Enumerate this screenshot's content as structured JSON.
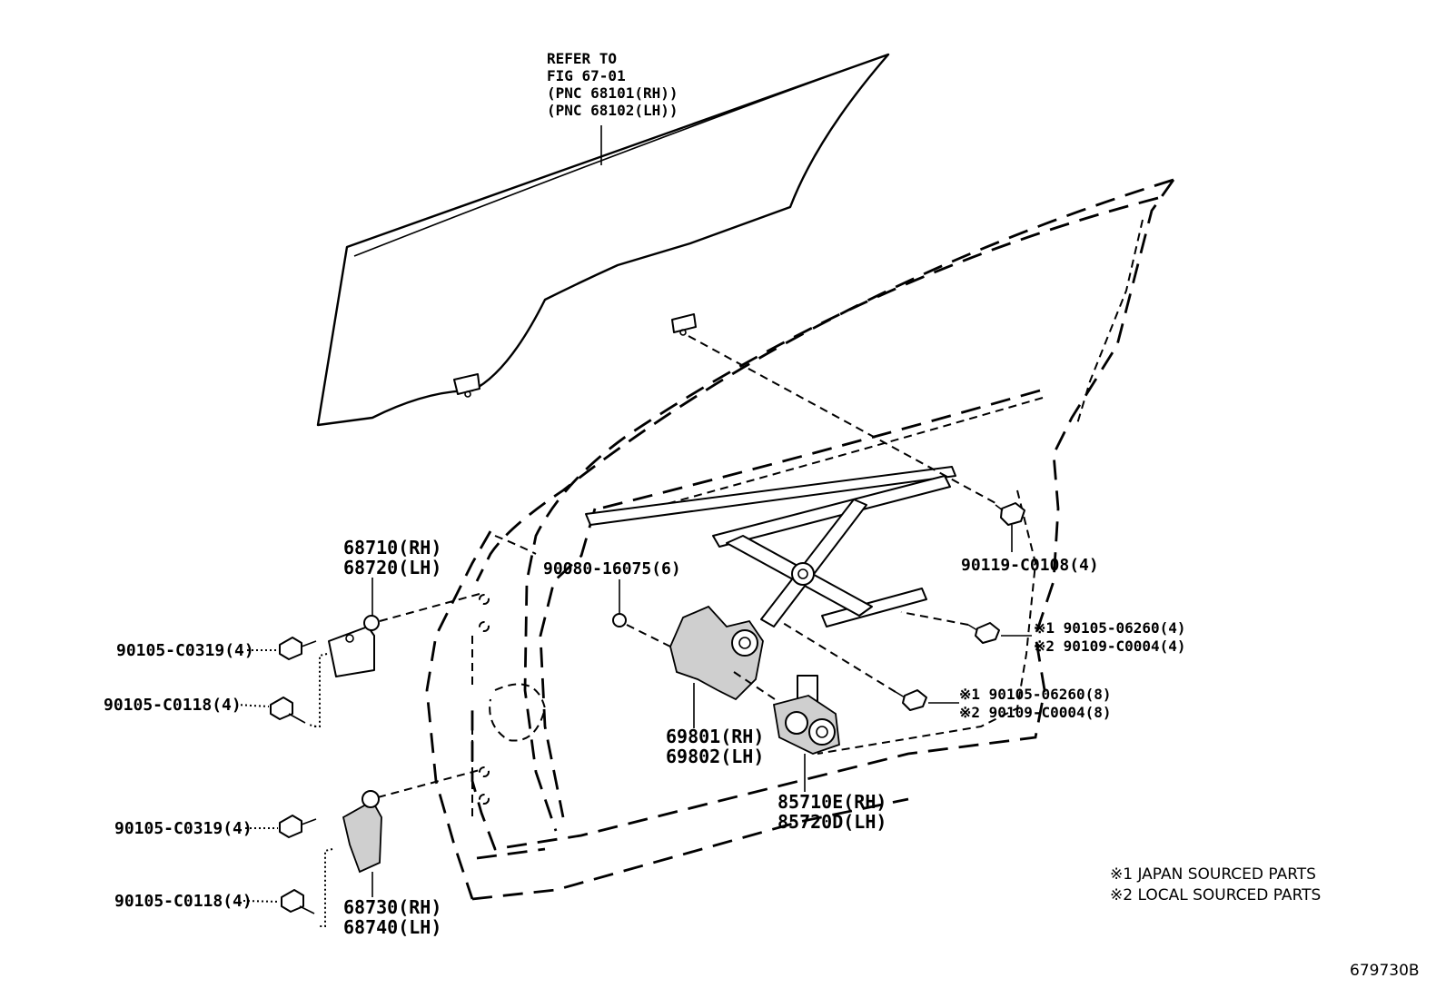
{
  "glass_note": {
    "line1": "REFER TO",
    "line2": "FIG 67-01",
    "line3": "(PNC 68101(RH))",
    "line4": "(PNC 68102(LH))"
  },
  "labels": {
    "upper_hinge_rh": "68710(RH)",
    "upper_hinge_lh": "68720(LH)",
    "lower_hinge_rh": "68730(RH)",
    "lower_hinge_lh": "68740(LH)",
    "bolt_upper_hinge": "90105-C0319(4)",
    "bolt_upper_hinge_lower": "90105-C0118(4)",
    "bolt_lower_hinge": "90105-C0319(4)",
    "bolt_lower_hinge_lower": "90105-C0118(4)",
    "screw_regulator": "90080-16075(6)",
    "bolt_glass": "90119-C0108(4)",
    "regulator_rh": "69801(RH)",
    "regulator_lh": "69802(LH)",
    "motor_rh": "85710E(RH)",
    "motor_lh": "85720D(LH)",
    "bolt_reg_upper_1": "※1 90105-06260(4)",
    "bolt_reg_upper_2": "※2 90109-C0004(4)",
    "bolt_reg_lower_1": "※1 90105-06260(8)",
    "bolt_reg_lower_2": "※2 90109-C0004(8)"
  },
  "legend": {
    "note1": "※1 JAPAN SOURCED PARTS",
    "note2": "※2 LOCAL SOURCED PARTS"
  },
  "figure_id": "679730B"
}
